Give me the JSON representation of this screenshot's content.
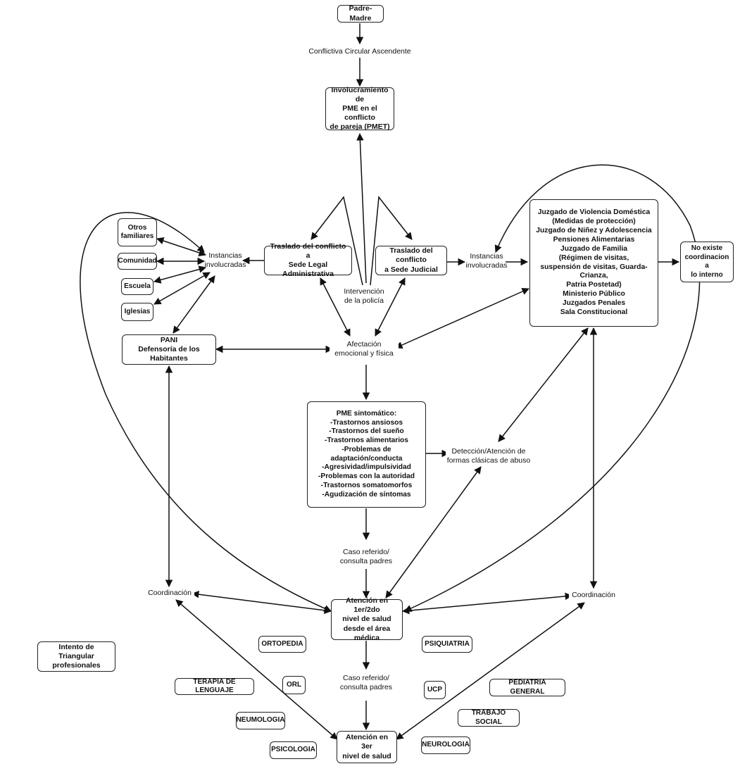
{
  "nodes": {
    "padre_madre": "Padre-Madre",
    "pmet": "Involucramiento de\nPME en el conflicto\nde pareja (PMET)",
    "otros_familiares": "Otros\nfamiliares",
    "comunidad": "Comunidad",
    "escuela": "Escuela",
    "iglesias": "Iglesias",
    "traslado_admin": "Traslado del conflicto a\nSede Legal Administrativa",
    "traslado_judicial": "Traslado del conflicto\na Sede Judicial",
    "juzgados": "Juzgado de Violencia Doméstica\n(Medidas de protección)\nJuzgado de Niñez y Adolescencia\nPensiones Alimentarias\nJuzgado de Familia\n(Régimen de visitas,\nsuspensión de visitas, Guarda-Crianza,\nPatria Postetad)\nMinisterio Público\nJuzgados Penales\nSala Constitucional",
    "no_existe": "No existe\ncoordinacion a\nlo interno",
    "pani": "PANI\nDefensoría de los Habitantes",
    "pme_sintomatico": "PME sintomático:\n-Trastornos ansiosos\n-Trastornos del sueño\n-Trastornos alimentarios\n-Problemas de adaptación/conducta\n-Agresividad/impulsividad\n-Problemas con la autoridad\n-Trastornos somatomorfos\n-Agudización de síntomas",
    "atencion_1": "Atención en 1er/2do\nnivel de salud\ndesde el área médica",
    "atencion_3": "Atención en 3er\nnivel de salud",
    "intento": "Intento de Triangular\nprofesionales",
    "ortopedia": "ORTOPEDIA",
    "psiquiatria": "PSIQUIATRIA",
    "terapia": "TERAPIA DE LENGUAJE",
    "orl": "ORL",
    "ucp": "UCP",
    "pediatria": "PEDIATRIA GENERAL",
    "trabajo_social": "TRABAJO SOCIAL",
    "neumologia": "NEUMOLOGIA",
    "psicologia": "PSICOLOGIA",
    "neurologia": "NEUROLOGIA"
  },
  "labels": {
    "conflictiva": "Conflictiva Circular Ascendente",
    "instancias_left": "Instancias\ninvolucradas",
    "instancias_right": "Instancias\ninvolucradas",
    "intervencion": "Intervención\nde la policía",
    "afectacion": "Afectación\nemocional y física",
    "deteccion": "Detección/Atención de\nformas clásicas de abuso",
    "caso_1": "Caso referido/\nconsulta padres",
    "caso_2": "Caso referido/\nconsulta padres",
    "coord_left": "Coordinación",
    "coord_right": "Coordinación"
  }
}
